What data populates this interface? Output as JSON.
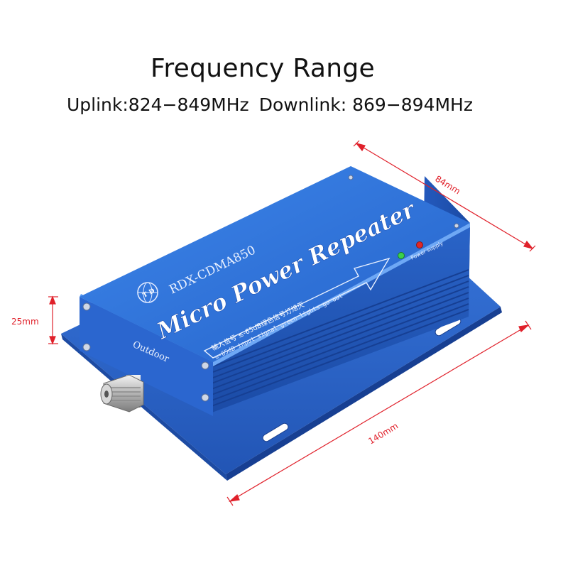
{
  "heading": {
    "title": "Frequency Range",
    "uplink": "Uplink:824−849MHz",
    "downlink": "Downlink: 869−894MHz"
  },
  "dimensions": {
    "width_label": "84mm",
    "height_label": "25mm",
    "length_label": "140mm",
    "line_color": "#e0202a"
  },
  "device": {
    "brand_logo": "T D",
    "model": "RDX-CDMA850",
    "name": "Micro Power Repeater",
    "port_label": "Outdoor",
    "indicator_label": "Power supply",
    "signal_text_cn": "输入信号 ≤-65dB绿色信号灯熄灭",
    "signal_text_en": "≤-65dB input signal green lights go out",
    "body_color": "#2f6fd6",
    "green_led": "#3bd14a",
    "red_led": "#e02828"
  }
}
